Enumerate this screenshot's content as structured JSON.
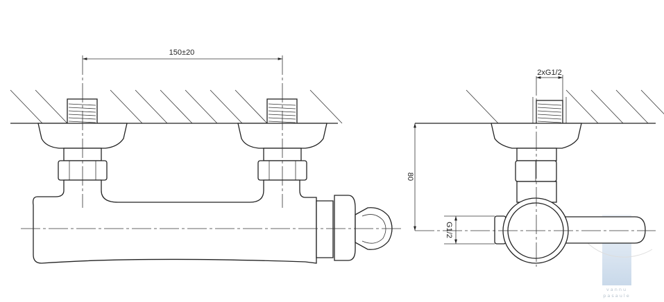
{
  "drawing": {
    "front_view": {
      "spacing_dimension": "150±20"
    },
    "side_view": {
      "height_dimension": "80",
      "inlet_thread_dimension": "2xG1/2",
      "outlet_thread_dimension": "G1/2"
    }
  },
  "watermark": {
    "line1": "vannu",
    "line2": "pasaule",
    "color": "#c9d9ea"
  }
}
